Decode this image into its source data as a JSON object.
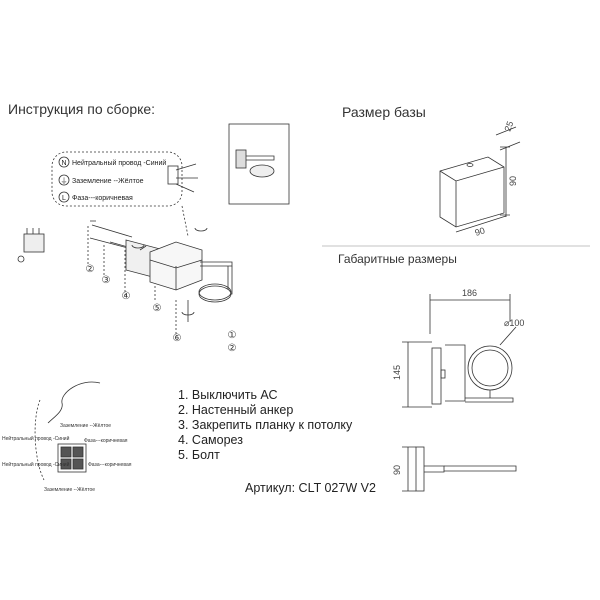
{
  "headings": {
    "assembly": "Инструкция по сборке:",
    "base_size": "Размер базы",
    "overall": "Габаритные размеры"
  },
  "wiring": {
    "neutral": "Нейтральный провод -Синий",
    "ground": "Заземление --Жёлтое",
    "phase": "Фаза---коричневая",
    "neutral_symbol": "N",
    "ground_symbol": "⏚",
    "phase_symbol": "L"
  },
  "wiring_bottom": {
    "ground": "Заземление --Жёлтое",
    "phase": "Фаза---коричневая",
    "neutral": "Нейтральный провод -Синий",
    "neutral2": "Нейтральный провод -Синий",
    "phase2": "Фаза---коричневая",
    "ground2": "Заземление --Жёлтое"
  },
  "callouts": [
    "①",
    "②",
    "③",
    "④",
    "⑤",
    "⑥"
  ],
  "callouts_right": [
    "①",
    "②"
  ],
  "steps": [
    "1. Выключить АС",
    "2. Настенный анкер",
    "3. Закрепить планку к потолку",
    "4. Саморез",
    "5. Болт"
  ],
  "article": "Артикул: CLT 027W V2",
  "dimensions": {
    "base_width": "90",
    "base_height": "90",
    "base_depth": "25",
    "overall_width": "186",
    "overall_height": "145",
    "shade_diameter": "⌀100",
    "side_height": "90"
  }
}
